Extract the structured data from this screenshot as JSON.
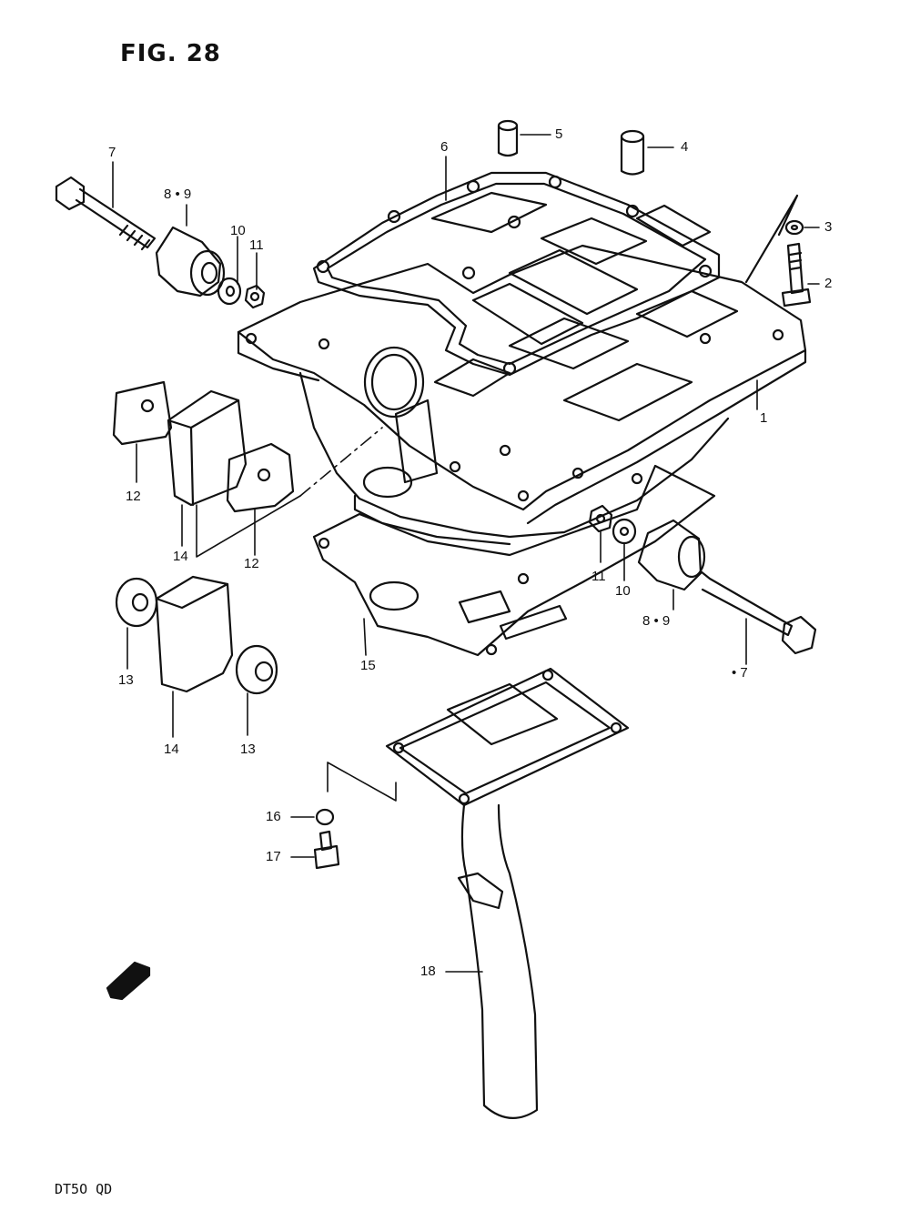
{
  "figure": {
    "title": "FIG. 28",
    "model_code": "DT5O QD",
    "fwd_marker": "FWD"
  },
  "callouts": {
    "c1": "1",
    "c2": "2",
    "c3": "3",
    "c4": "4",
    "c5": "5",
    "c6": "6",
    "c7_top": "7",
    "c7_right": "• 7",
    "c89_top": "8 • 9",
    "c89_right": "8 • 9",
    "c10_top": "10",
    "c10_right": "10",
    "c11_top": "11",
    "c11_right": "11",
    "c12_left": "12",
    "c12_right": "12",
    "c13_left": "13",
    "c13_right": "13",
    "c14_top": "14",
    "c14_bottom": "14",
    "c15": "15",
    "c16": "16",
    "c17": "17",
    "c18": "18"
  }
}
